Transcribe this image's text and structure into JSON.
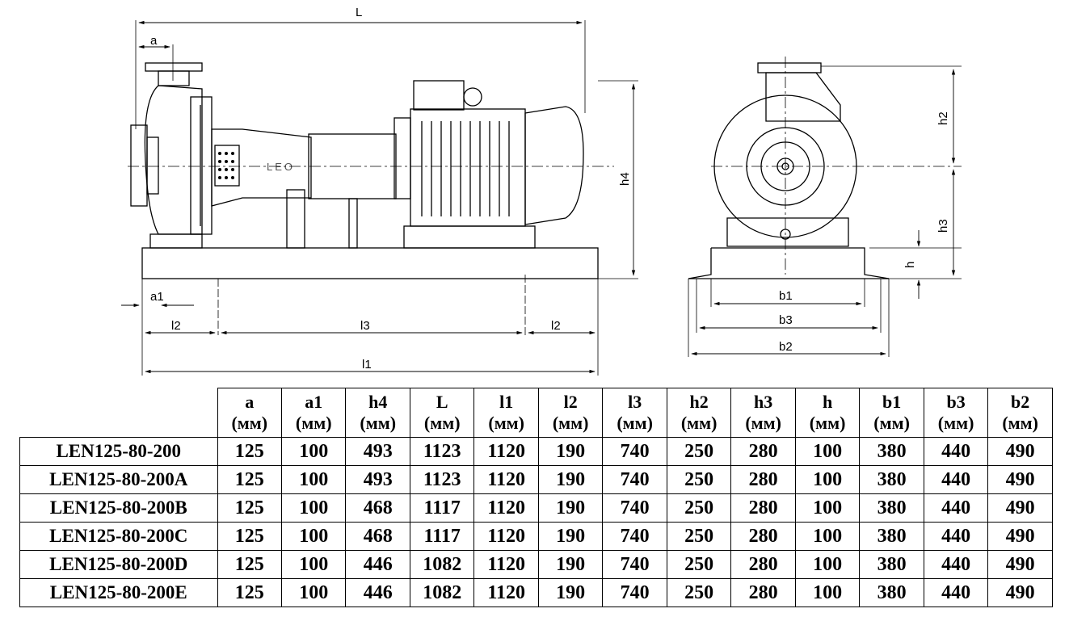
{
  "drawing": {
    "side_view_labels": {
      "L": "L",
      "a": "a",
      "h4": "h4",
      "a1": "a1",
      "l2_left": "l2",
      "l3": "l3",
      "l2_right": "l2",
      "l1": "l1"
    },
    "logo": "LEO",
    "front_view_labels": {
      "h2": "h2",
      "h3": "h3",
      "h": "h",
      "b1": "b1",
      "b3": "b3",
      "b2": "b2"
    }
  },
  "table": {
    "unit": "(мм)",
    "columns": [
      "a",
      "a1",
      "h4",
      "L",
      "l1",
      "l2",
      "l3",
      "h2",
      "h3",
      "h",
      "b1",
      "b3",
      "b2"
    ],
    "rows": [
      {
        "model": "LEN125-80-200",
        "values": [
          "125",
          "100",
          "493",
          "1123",
          "1120",
          "190",
          "740",
          "250",
          "280",
          "100",
          "380",
          "440",
          "490"
        ]
      },
      {
        "model": "LEN125-80-200A",
        "values": [
          "125",
          "100",
          "493",
          "1123",
          "1120",
          "190",
          "740",
          "250",
          "280",
          "100",
          "380",
          "440",
          "490"
        ]
      },
      {
        "model": "LEN125-80-200B",
        "values": [
          "125",
          "100",
          "468",
          "1117",
          "1120",
          "190",
          "740",
          "250",
          "280",
          "100",
          "380",
          "440",
          "490"
        ]
      },
      {
        "model": "LEN125-80-200C",
        "values": [
          "125",
          "100",
          "468",
          "1117",
          "1120",
          "190",
          "740",
          "250",
          "280",
          "100",
          "380",
          "440",
          "490"
        ]
      },
      {
        "model": "LEN125-80-200D",
        "values": [
          "125",
          "100",
          "446",
          "1082",
          "1120",
          "190",
          "740",
          "250",
          "280",
          "100",
          "380",
          "440",
          "490"
        ]
      },
      {
        "model": "LEN125-80-200E",
        "values": [
          "125",
          "100",
          "446",
          "1082",
          "1120",
          "190",
          "740",
          "250",
          "280",
          "100",
          "380",
          "440",
          "490"
        ]
      }
    ]
  }
}
